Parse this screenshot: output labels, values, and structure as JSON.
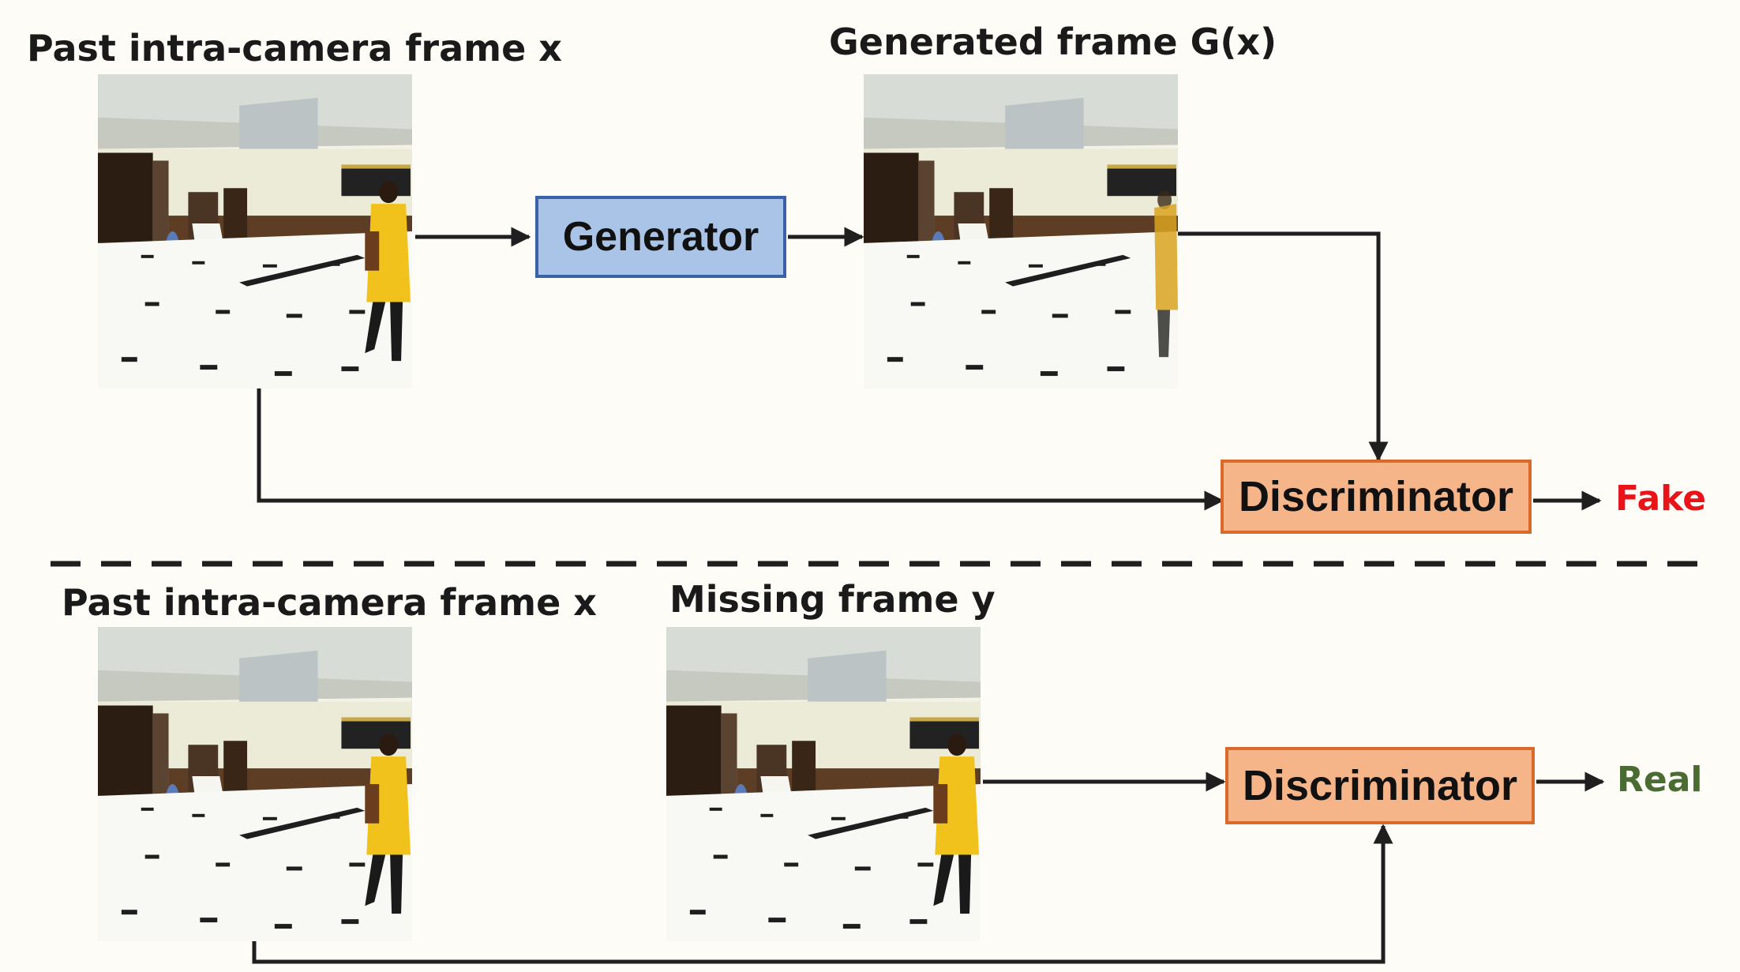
{
  "top": {
    "input_label": "Past intra-camera frame x",
    "generated_label": "Generated frame G(x)",
    "generator_label": "Generator",
    "discriminator_label": "Discriminator",
    "output_label": "Fake",
    "output_color": "#e8141a"
  },
  "bottom": {
    "input_label": "Past intra-camera frame x",
    "missing_label": "Missing frame y",
    "discriminator_label": "Discriminator",
    "output_label": "Real",
    "output_color": "#4a6b32"
  },
  "colors": {
    "generator_fill": "#a9c4e6",
    "generator_border": "#3b62a8",
    "discriminator_fill": "#f6b489",
    "discriminator_border": "#d86a2c",
    "arrow": "#1f1f1f"
  }
}
